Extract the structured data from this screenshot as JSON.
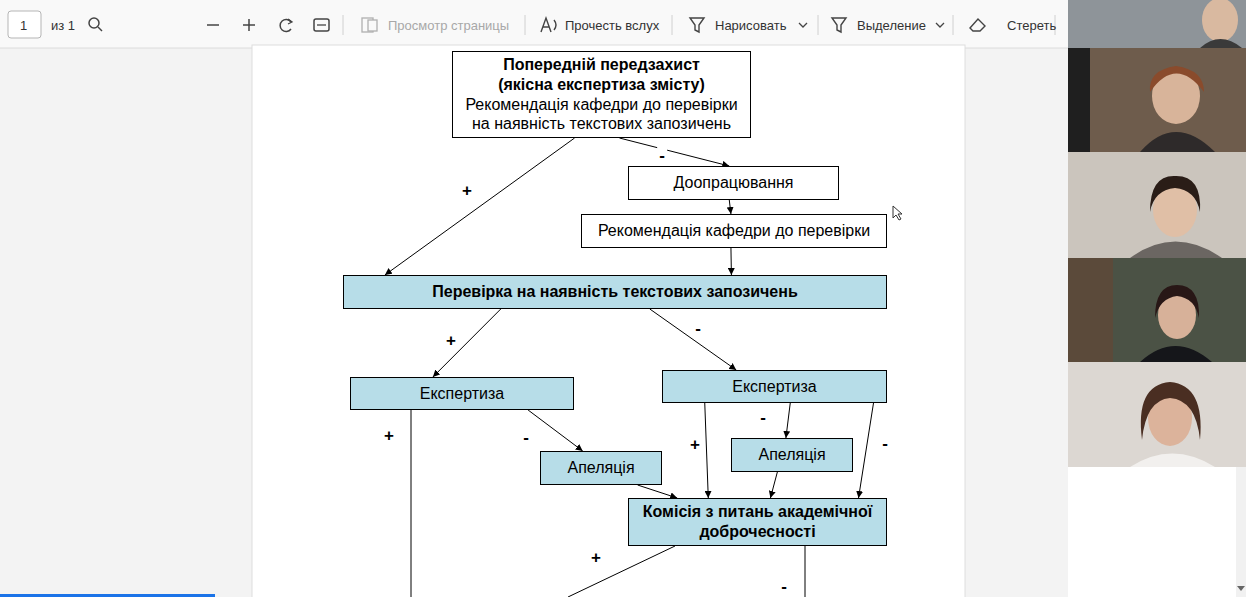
{
  "diagram": {
    "nodes": [
      {
        "text": [
          "Попередній передзахист (якісна експертиза змісту)",
          "Рекомендація кафедри до перевірки на наявність текстових запозичень"
        ]
      },
      {
        "text": [
          "Доопрацювання"
        ]
      },
      {
        "text": [
          "Рекомендація кафедри до перевірки"
        ]
      },
      {
        "text": [
          "Перевірка на наявність текстових запозичень"
        ]
      },
      {
        "text": [
          "Експертиза"
        ]
      },
      {
        "text": [
          "Експертиза"
        ]
      },
      {
        "text": [
          "Апеляція"
        ]
      },
      {
        "text": [
          "Апеляція"
        ]
      },
      {
        "text": [
          "Комісія з питань академічної доброчесності"
        ]
      }
    ],
    "edges": [
      {
        "from": 0,
        "to": 1,
        "label": "-",
        "arrow": "to"
      },
      {
        "from": 0,
        "to": 3,
        "label": "+",
        "arrow": "to"
      },
      {
        "from": 1,
        "to": 2,
        "arrow": "to"
      },
      {
        "from": 2,
        "to": 3,
        "arrow": "to"
      },
      {
        "from": 3,
        "to": 4,
        "label": "+",
        "arrow": "to"
      },
      {
        "from": 3,
        "to": 5,
        "label": "-",
        "arrow": "to"
      },
      {
        "from": 4,
        "to": 6,
        "label": "-",
        "arrow": "to"
      },
      {
        "from": 6,
        "to": 8,
        "arrow": "to"
      },
      {
        "from": 5,
        "to": 8,
        "label": "+",
        "arrow": "to"
      },
      {
        "from": 5,
        "to": 7,
        "label": "-",
        "arrow": "to"
      },
      {
        "from": 5,
        "to": 8,
        "label": "-",
        "arrow": "to"
      },
      {
        "from": 7,
        "to": 8,
        "arrow": "to"
      }
    ],
    "labels": [
      "1",
      "из 1",
      "Просмотр страницы",
      "Прочесть вслух",
      "Нарисовать",
      "Выделение",
      "Стереть",
      "+",
      "+",
      "-"
    ]
  }
}
